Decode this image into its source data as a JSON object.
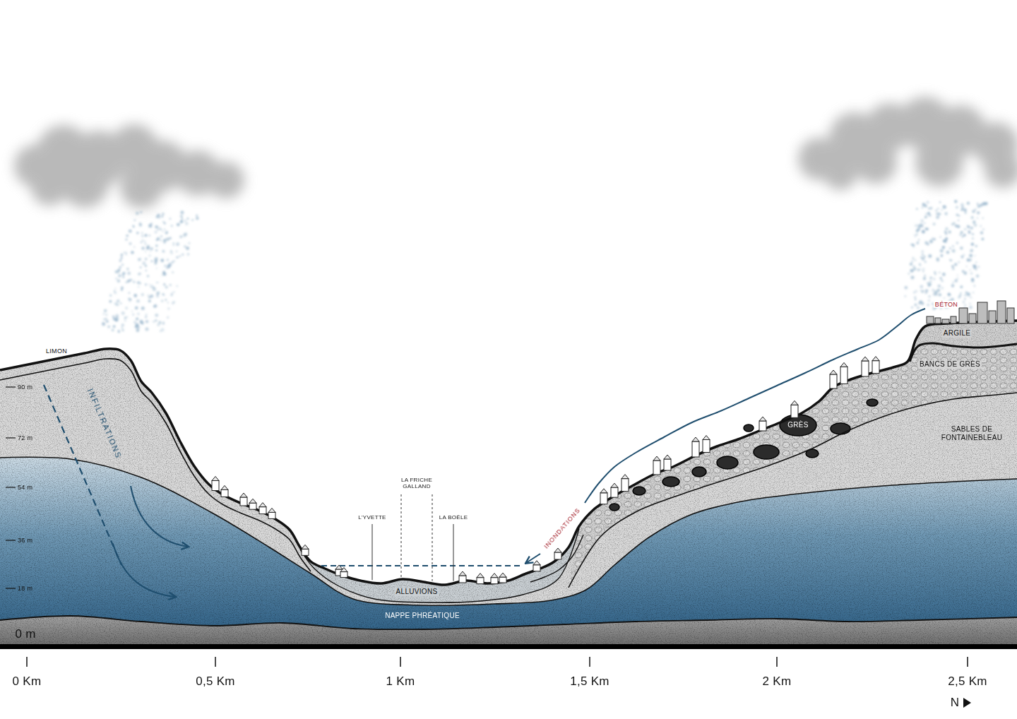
{
  "diagram": {
    "labels": [
      "LIMON",
      "INFILTRATIONS",
      "90 m",
      "72 m",
      "54 m",
      "36 m",
      "18 m",
      "0 m",
      "L'YVETTE",
      "LA FRICHE GALLAND",
      "LA BOËLE",
      "ALLUVIONS",
      "NAPPE PHRÉATIQUE",
      "INONDATIONS",
      "BÉTON",
      "ARGILE",
      "BANCS DE GRÈS",
      "GRÈS",
      "SABLES DE FONTAINEBLEAU",
      "0 Km",
      "0,5 Km",
      "1 Km",
      "1,5 Km",
      "2 Km",
      "2,5 Km",
      "N"
    ]
  }
}
